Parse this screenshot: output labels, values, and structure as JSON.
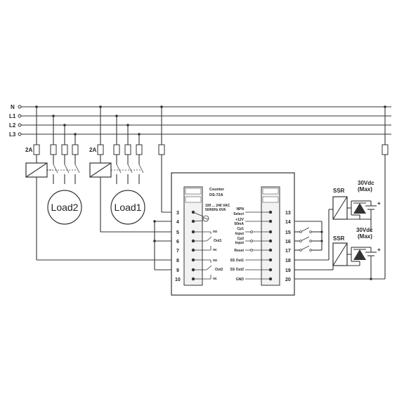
{
  "lines": {
    "n": "N",
    "l1": "L1",
    "l2": "L2",
    "l3": "L3"
  },
  "fuses": {
    "left": "2A",
    "right": "2A"
  },
  "loads": {
    "load2": "Load2",
    "load1": "Load1"
  },
  "device": {
    "title": "Counter",
    "model": "DS-72A",
    "power_line1": "100 ... 240 VAC",
    "power_line2": "50/60Hz 6VA",
    "out1": "Out1",
    "out2": "Out2",
    "no1": "no",
    "nc1": "nc",
    "no2": "no",
    "nc2": "nc",
    "left_terminals": [
      "3",
      "4",
      "5",
      "6",
      "7",
      "8",
      "9",
      "10"
    ],
    "right_terminals": [
      "13",
      "14",
      "15",
      "16",
      "17",
      "18",
      "19",
      "20"
    ],
    "npn_1": "NPN",
    "npn_2": "Select",
    "v12_1": "+12V",
    "v12_2": "50mA",
    "cp1_1": "Cp1",
    "cp1_2": "Input",
    "cp2_1": "Cp2",
    "cp2_2": "Input",
    "reset": "Reset",
    "ss_out1": "SS Out1",
    "ss_out2": "SS Out2",
    "gnd": "GND"
  },
  "ssr": {
    "top_label": "SSR",
    "bottom_label": "SSR",
    "top_v1": "30Vdc",
    "top_v2": "(Max)",
    "bottom_v1": "30Vdc",
    "bottom_v2": "(Max)",
    "plus_top": "+",
    "plus_bottom": "+"
  }
}
